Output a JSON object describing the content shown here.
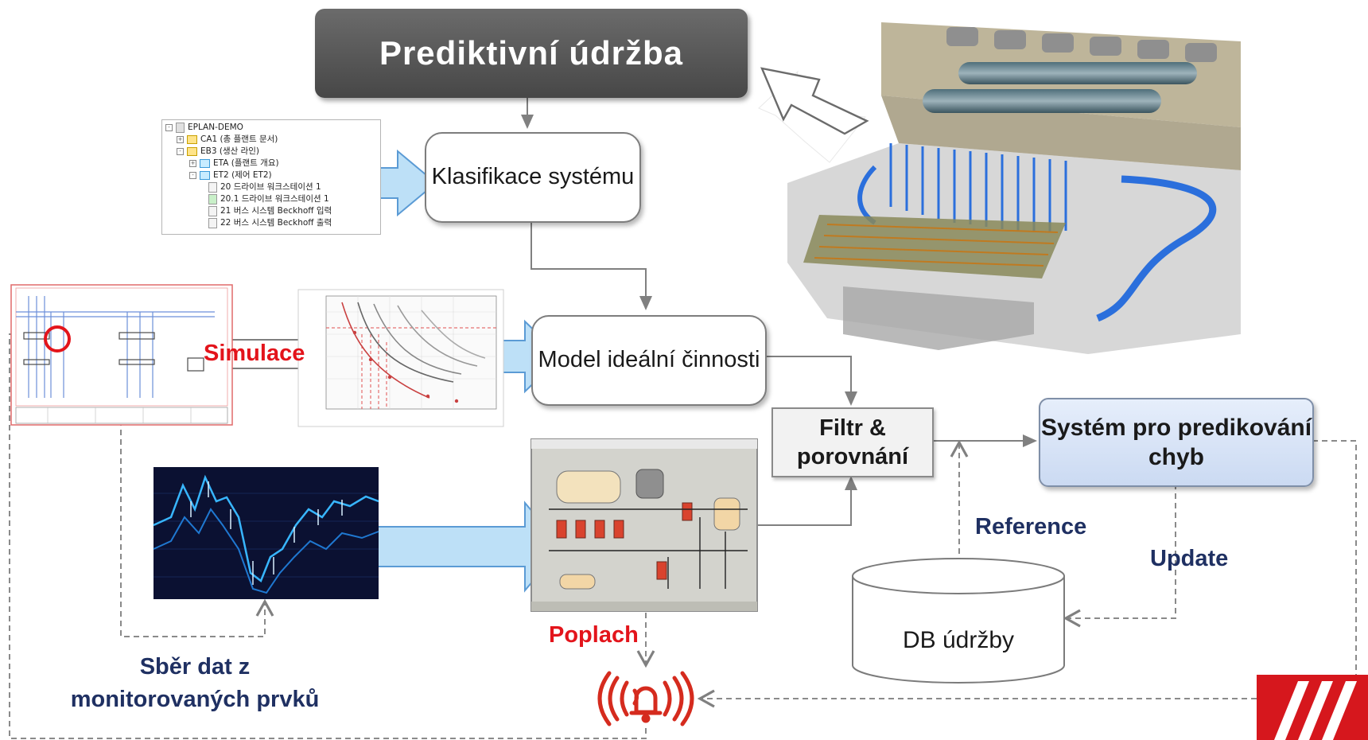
{
  "title": "Prediktivní údržba",
  "nodes": {
    "classification": "Klasifikace systému",
    "ideal_model": "Model ideální činnosti",
    "filter": "Filtr & porovnání",
    "prediction": "Systém pro predikování chyb",
    "db": "DB údržby"
  },
  "labels": {
    "simulation": "Simulace",
    "alarm": "Poplach",
    "data_collection": "Sběr dat z monitorovaných prvků",
    "reference": "Reference",
    "update": "Update"
  },
  "tree": {
    "root": "EPLAN-DEMO",
    "items": [
      "CA1 (총 플랜트 문서)",
      "EB3 (생산 라인)",
      "ETA (플랜트 개요)",
      "ET2 (제어 ET2)",
      "20 드라이브 워크스테이션 1",
      "20.1 드라이브 워크스테이션 1",
      "21 버스 시스템 Beckhoff 입력",
      "22 버스 시스템 Beckhoff 출력"
    ]
  },
  "colors": {
    "title_bg": "#595959",
    "accent_red": "#e3141b",
    "navy": "#1f3062",
    "arrow_fill": "#bde0f7",
    "arrow_stroke": "#5b9bd5",
    "prediction_fill": "#d6e2f5"
  },
  "icons": [
    "alarm-bell-icon",
    "company-logo"
  ]
}
